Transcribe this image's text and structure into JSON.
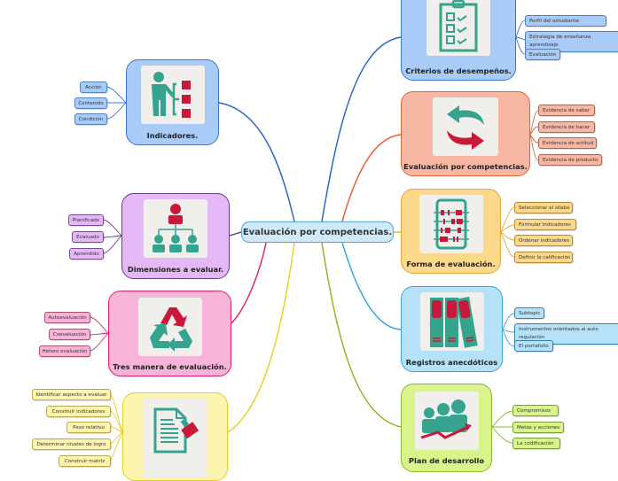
{
  "central": {
    "title": "Evaluación por competencias."
  },
  "colors": {
    "blue": "#a8cbf7",
    "blue_border": "#3a76c9",
    "salmon": "#f8b7a3",
    "salmon_border": "#e0653a",
    "orange": "#fcd88a",
    "orange_border": "#e8a63c",
    "cyan": "#b5e2f8",
    "cyan_border": "#3aa5d8",
    "lime": "#d8f48a",
    "lime_border": "#8ab82c",
    "purple": "#e4b8f5",
    "purple_border": "#6a3b87",
    "pink": "#f8b3d8",
    "pink_border": "#d8246e",
    "yellow": "#fdf4b0",
    "yellow_border": "#e2cf2a",
    "icon_teal": "#35a38d",
    "icon_red": "#c8193a"
  },
  "topics": {
    "criterios": {
      "label": "Criterios de desempeños.",
      "icon": "clipboard-checklist-icon",
      "subtopics": [
        "Perfil del estudiante",
        "Estrategia de enseñanza aprendizaje",
        "Evaluación"
      ]
    },
    "evaluacion": {
      "label": "Evaluación por competencias.",
      "icon": "sync-arrows-icon",
      "subtopics": [
        "Evidencia de saber",
        "Evidencia de hacer",
        "Evidencia de actitud",
        "Evidencia de producto"
      ]
    },
    "forma": {
      "label": "Forma de evaluación.",
      "icon": "abacus-icon",
      "subtopics": [
        "Seleccionar el silabo",
        "Formular indicadores",
        "Ordenar indicadores",
        "Definir la calificación"
      ]
    },
    "registros": {
      "label": "Registros anecdóticos",
      "icon": "binders-icon",
      "subtopics": [
        "Subtopic",
        "Instrumentos orientados al auto regulación",
        "El portafolio"
      ]
    },
    "plan": {
      "label": "Plan de desarrollo",
      "icon": "team-growth-icon",
      "subtopics": [
        "Compromisos",
        "Metas y acciones",
        "La codificación"
      ]
    },
    "indicadores": {
      "label": "Indicadores.",
      "icon": "presenter-icon",
      "subtopics": [
        "Acción",
        "Contenido",
        "Condición"
      ]
    },
    "dimensiones": {
      "label": "Dimensiones a evaluar.",
      "icon": "org-chart-icon",
      "subtopics": [
        "Planificado",
        "Evaluado",
        "Aprendido"
      ]
    },
    "tres": {
      "label": "Tres manera de evaluación.",
      "icon": "recycle-icon",
      "subtopics": [
        "Autoevaluación",
        "Coevaluación",
        "Hetero evaluación"
      ]
    },
    "rubrica": {
      "label": "",
      "icon": "document-stamp-icon",
      "subtopics": [
        "Identificar aspecto a evaluar",
        "Construir indicadores",
        "Peso relativo",
        "Determinar niveles de logro",
        "Construir matriz"
      ]
    }
  }
}
